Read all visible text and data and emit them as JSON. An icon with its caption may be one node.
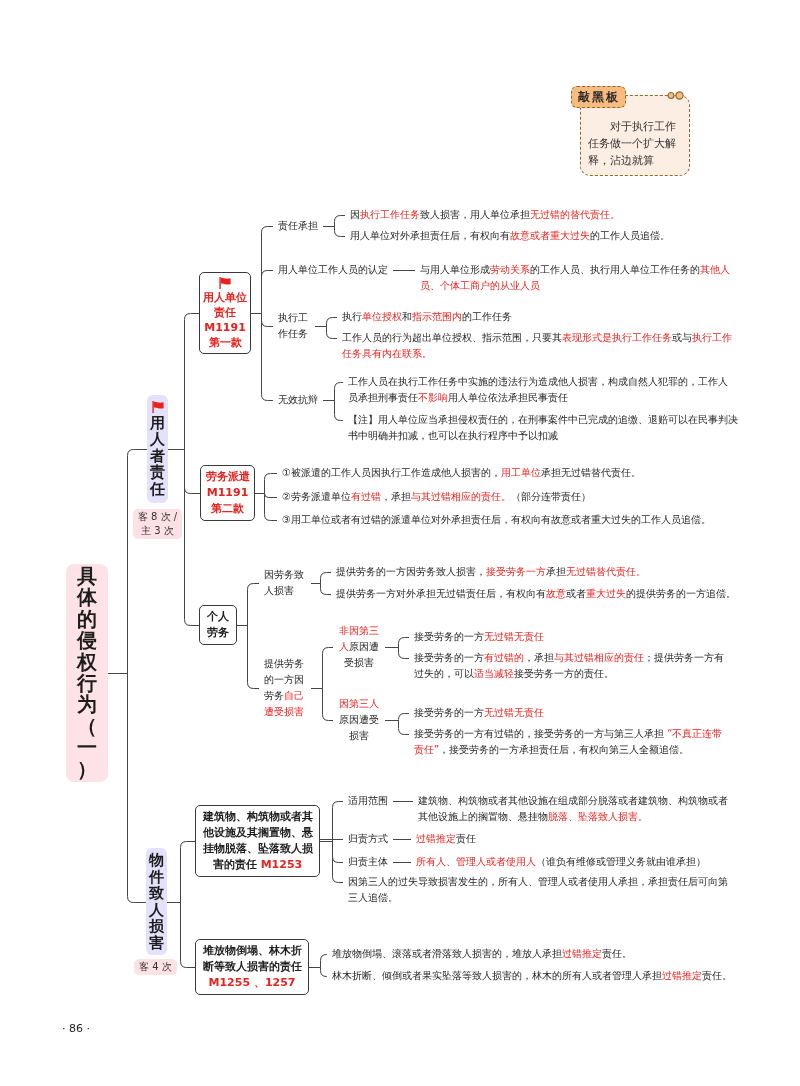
{
  "diagram": {
    "nodes": [
      {
        "text": [
          "敲黑板",
          "对于执行工作任务做一个扩大解释，沾边就算"
        ]
      },
      {
        "text": [
          "具体的侵权行为（一）"
        ]
      },
      {
        "text": [
          "用人者责任"
        ],
        "beside": [
          "客 8 次 / 主 3 次"
        ]
      },
      {
        "text": [
          "用人单位责任 M1191 第一款"
        ]
      },
      {
        "text": [
          "责任承担"
        ]
      },
      {
        "text": [
          "因**执行工作任务**致人损害，用人单位承担**无过错的替代责任。**"
        ]
      },
      {
        "text": [
          "用人单位对外承担责任后，有权向有**故意或者重大过失**的工作人员追偿。"
        ]
      },
      {
        "text": [
          "用人单位工作人员的认定"
        ]
      },
      {
        "text": [
          "与用人单位形成**劳动关系**的工作人员、执行用人单位工作任务的**其他人员、个体工商户的从业人员**"
        ]
      },
      {
        "text": [
          "执行工作任务"
        ]
      },
      {
        "text": [
          "执行**单位授权**和**指示范围内**的工作任务"
        ]
      },
      {
        "text": [
          "工作人员的行为超出单位授权、指示范围，只要其**表现形式是执行工作任务**或与**执行工作任务具有内在联系。**"
        ]
      },
      {
        "text": [
          "无效抗辩"
        ]
      },
      {
        "text": [
          "工作人员在执行工作任务中实施的违法行为造成他人损害，构成自然人犯罪的，工作人员承担刑事责任**不影响**用人单位依法承担民事责任"
        ]
      },
      {
        "text": [
          "【注】用人单位应当承担侵权责任的，在刑事案件中已完成的追缴、退赔可以在民事判决书中明确并扣减，也可以在执行程序中予以扣减"
        ]
      },
      {
        "text": [
          "劳务派遣 M1191 第二款"
        ]
      },
      {
        "text": [
          "①被派遣的工作人员因执行工作造成他人损害的，**用工单位**承担无过错替代责任。"
        ]
      },
      {
        "text": [
          "②劳务派遣单位**有过错**，承担**与其过错相应的责任。**（部分连带责任）"
        ]
      },
      {
        "text": [
          "③用工单位或者有过错的派遣单位对外承担责任后，有权向有故意或者重大过失的工作人员追偿。"
        ]
      },
      {
        "text": [
          "个人劳务"
        ]
      },
      {
        "text": [
          "因劳务致人损害"
        ]
      },
      {
        "text": [
          "提供劳务的一方因劳务致人损害，**接受劳务一方**承担**无过错替代责任。**"
        ]
      },
      {
        "text": [
          "提供劳务一方对外承担无过错责任后，有权向有**故意**或者**重大过失**的提供劳务的一方追偿。"
        ]
      },
      {
        "text": [
          "提供劳务的一方因劳务**自己遭受损害**"
        ]
      },
      {
        "text": [
          "**非因第三人**原因遭受损害"
        ]
      },
      {
        "text": [
          "接受劳务的一方**无过错无责任**"
        ]
      },
      {
        "text": [
          "接受劳务的一方**有过错的**，承担**与其过错相应的责任**；提供劳务一方有过失的，可以**适当减轻**接受劳务一方的责任。"
        ]
      },
      {
        "text": [
          "**因第三人**原因遭受损害"
        ]
      },
      {
        "text": [
          "接受劳务的一方**无过错无责任**"
        ]
      },
      {
        "text": [
          "接受劳务的一方有过错的，接受劳务的一方与第三人承担 **“不真正连带责任”**，接受劳务的一方承担责任后，有权向第三人全额追偿。"
        ]
      },
      {
        "text": [
          "物件致人损害"
        ],
        "beside": [
          "客 4 次"
        ]
      },
      {
        "text": [
          "建筑物、构筑物或者其他设施及其搁置物、悬挂物脱落、坠落致人损害的责任 **M1253**"
        ]
      },
      {
        "text": [
          "适用范围"
        ]
      },
      {
        "text": [
          "建筑物、构筑物或者其他设施在组成部分脱落或者建筑物、构筑物或者其他设施上的搁置物、悬挂物**脱落、坠落致人损害。**"
        ]
      },
      {
        "text": [
          "归责方式"
        ]
      },
      {
        "text": [
          "**过错推定**责任"
        ]
      },
      {
        "text": [
          "归责主体"
        ]
      },
      {
        "text": [
          "**所有人、管理人或者使用人**（谁负有维修或管理义务就由谁承担）"
        ]
      },
      {
        "text": [
          "因第三人的过失导致损害发生的，所有人、管理人或者使用人承担，承担责任后可向第三人追偿。"
        ]
      },
      {
        "text": [
          "堆放物倒塌、林木折断等致人损害的责任 **M1255 、1257**"
        ]
      },
      {
        "text": [
          "堆放物倒塌、滚落或者滑落致人损害的，堆放人承担**过错推定**责任。"
        ]
      },
      {
        "text": [
          "林木折断、倾倒或者果实坠落等致人损害的，林木的所有人或者管理人承担**过错推定**责任。"
        ]
      }
    ],
    "edges": [
      {
        "from": 1,
        "to": 2,
        "arrow": "none"
      },
      {
        "from": 1,
        "to": 30,
        "arrow": "none"
      },
      {
        "from": 2,
        "to": 3,
        "arrow": "none"
      },
      {
        "from": 2,
        "to": 15,
        "arrow": "none"
      },
      {
        "from": 2,
        "to": 19,
        "arrow": "none"
      },
      {
        "from": 3,
        "to": 4,
        "arrow": "none"
      },
      {
        "from": 3,
        "to": 7,
        "arrow": "none"
      },
      {
        "from": 3,
        "to": 9,
        "arrow": "none"
      },
      {
        "from": 3,
        "to": 12,
        "arrow": "none"
      },
      {
        "from": 4,
        "to": 5,
        "arrow": "none"
      },
      {
        "from": 4,
        "to": 6,
        "arrow": "none"
      },
      {
        "from": 7,
        "to": 8,
        "arrow": "none"
      },
      {
        "from": 9,
        "to": 10,
        "arrow": "none"
      },
      {
        "from": 9,
        "to": 11,
        "arrow": "none"
      },
      {
        "from": 12,
        "to": 13,
        "arrow": "none"
      },
      {
        "from": 12,
        "to": 14,
        "arrow": "none"
      },
      {
        "from": 15,
        "to": 16,
        "arrow": "none"
      },
      {
        "from": 15,
        "to": 17,
        "arrow": "none"
      },
      {
        "from": 15,
        "to": 18,
        "arrow": "none"
      },
      {
        "from": 19,
        "to": 20,
        "arrow": "none"
      },
      {
        "from": 19,
        "to": 23,
        "arrow": "none"
      },
      {
        "from": 20,
        "to": 21,
        "arrow": "none"
      },
      {
        "from": 20,
        "to": 22,
        "arrow": "none"
      },
      {
        "from": 23,
        "to": 24,
        "arrow": "none"
      },
      {
        "from": 23,
        "to": 27,
        "arrow": "none"
      },
      {
        "from": 24,
        "to": 25,
        "arrow": "none"
      },
      {
        "from": 24,
        "to": 26,
        "arrow": "none"
      },
      {
        "from": 27,
        "to": 28,
        "arrow": "none"
      },
      {
        "from": 27,
        "to": 29,
        "arrow": "none"
      },
      {
        "from": 30,
        "to": 31,
        "arrow": "none"
      },
      {
        "from": 30,
        "to": 39,
        "arrow": "none"
      },
      {
        "from": 31,
        "to": 32,
        "arrow": "none"
      },
      {
        "from": 31,
        "to": 34,
        "arrow": "none"
      },
      {
        "from": 31,
        "to": 36,
        "arrow": "none"
      },
      {
        "from": 31,
        "to": 38,
        "arrow": "none"
      },
      {
        "from": 32,
        "to": 33,
        "arrow": "none"
      },
      {
        "from": 34,
        "to": 35,
        "arrow": "none"
      },
      {
        "from": 36,
        "to": 37,
        "arrow": "none"
      },
      {
        "from": 39,
        "to": 40,
        "arrow": "none"
      },
      {
        "from": 39,
        "to": 41,
        "arrow": "none"
      }
    ],
    "labels": [
      "· 86 ·"
    ]
  }
}
